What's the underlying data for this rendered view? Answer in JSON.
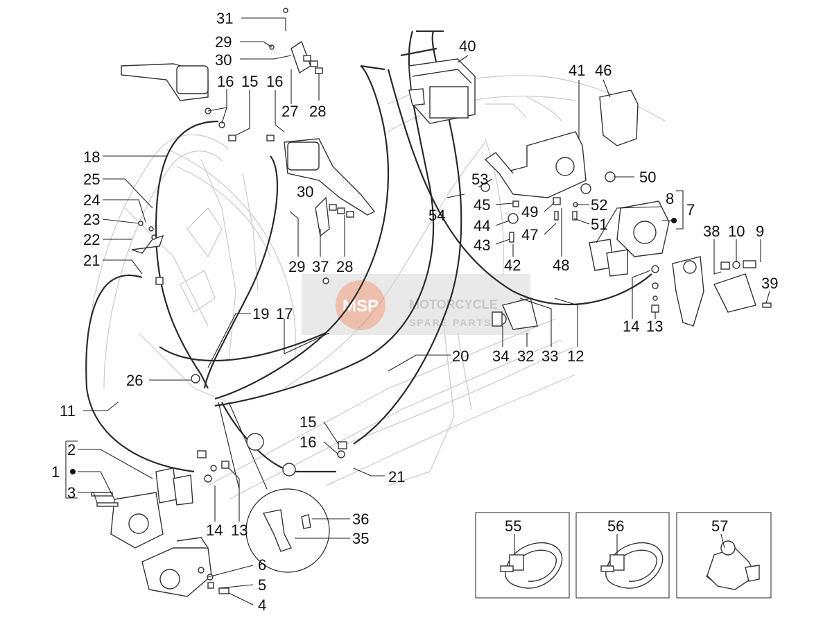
{
  "callouts": [
    {
      "label": "31"
    },
    {
      "label": "29"
    },
    {
      "label": "30"
    },
    {
      "label": "16"
    },
    {
      "label": "15"
    },
    {
      "label": "16"
    },
    {
      "label": "27"
    },
    {
      "label": "28"
    },
    {
      "label": "40"
    },
    {
      "label": "41"
    },
    {
      "label": "46"
    },
    {
      "label": "18"
    },
    {
      "label": "25"
    },
    {
      "label": "24"
    },
    {
      "label": "23"
    },
    {
      "label": "22"
    },
    {
      "label": "21"
    },
    {
      "label": "30"
    },
    {
      "label": "29"
    },
    {
      "label": "37"
    },
    {
      "label": "28"
    },
    {
      "label": "53"
    },
    {
      "label": "54"
    },
    {
      "label": "45"
    },
    {
      "label": "44"
    },
    {
      "label": "43"
    },
    {
      "label": "49"
    },
    {
      "label": "47"
    },
    {
      "label": "42"
    },
    {
      "label": "48"
    },
    {
      "label": "50"
    },
    {
      "label": "52"
    },
    {
      "label": "51"
    },
    {
      "label": "8"
    },
    {
      "label": "7"
    },
    {
      "label": "38"
    },
    {
      "label": "10"
    },
    {
      "label": "9"
    },
    {
      "label": "39"
    },
    {
      "label": "14"
    },
    {
      "label": "13"
    },
    {
      "label": "19"
    },
    {
      "label": "17"
    },
    {
      "label": "34"
    },
    {
      "label": "32"
    },
    {
      "label": "33"
    },
    {
      "label": "12"
    },
    {
      "label": "20"
    },
    {
      "label": "26"
    },
    {
      "label": "11"
    },
    {
      "label": "15"
    },
    {
      "label": "16"
    },
    {
      "label": "21"
    },
    {
      "label": "2"
    },
    {
      "label": "1"
    },
    {
      "label": "3"
    },
    {
      "label": "14"
    },
    {
      "label": "13"
    },
    {
      "label": "36"
    },
    {
      "label": "35"
    },
    {
      "label": "6"
    },
    {
      "label": "5"
    },
    {
      "label": "4"
    },
    {
      "label": "55"
    },
    {
      "label": "56"
    },
    {
      "label": "57"
    }
  ],
  "watermark": {
    "logo": "MSP",
    "line1": "MOTORCYCLE",
    "line2": "SPARE PARTS"
  }
}
